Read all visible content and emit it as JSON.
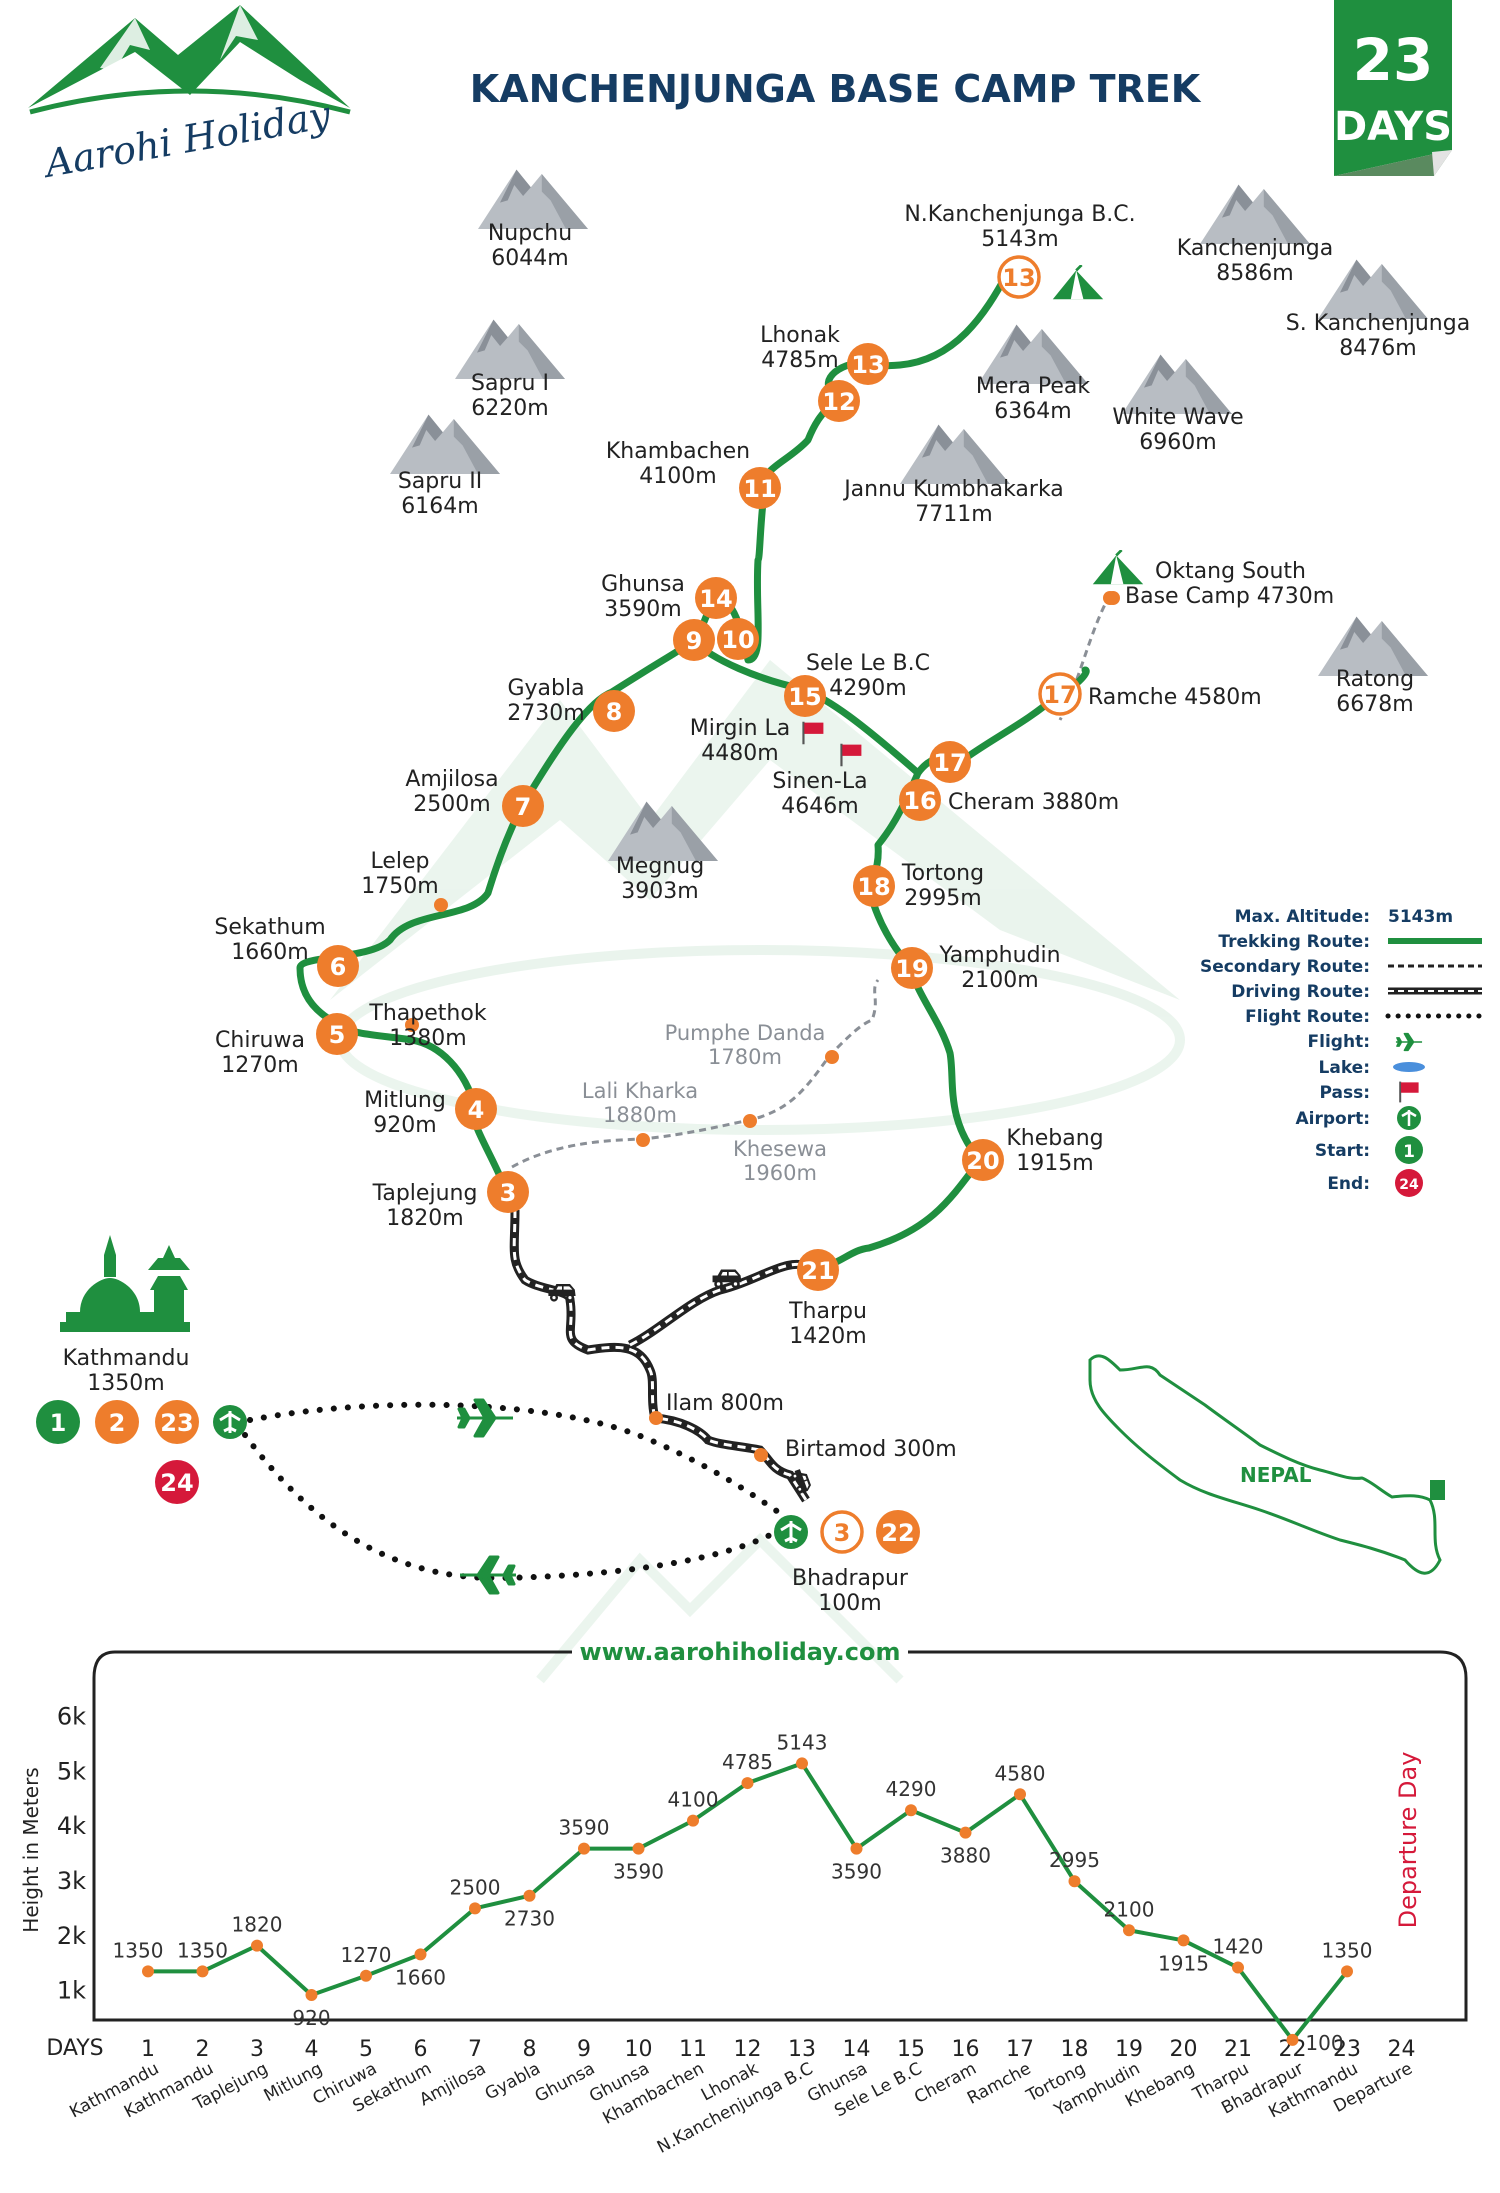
{
  "title": "KANCHENJUNGA BASE CAMP TREK",
  "badge": {
    "number": "23",
    "unit": "DAYS"
  },
  "brand": {
    "name": "Aarohi Holiday",
    "website": "www.aarohiholiday.com"
  },
  "colors": {
    "green": "#1f8f3f",
    "orange": "#ee7d2c",
    "navy": "#153c63",
    "red": "#d5193a",
    "grey": "#8a8f96"
  },
  "peaks": [
    {
      "name": "Nupchu",
      "alt": "6044m"
    },
    {
      "name": "Sapru I",
      "alt": "6220m"
    },
    {
      "name": "Sapru II",
      "alt": "6164m"
    },
    {
      "name": "Kanchenjunga",
      "alt": "8586m"
    },
    {
      "name": "S. Kanchenjunga",
      "alt": "8476m"
    },
    {
      "name": "Mera Peak",
      "alt": "6364m"
    },
    {
      "name": "White Wave",
      "alt": "6960m"
    },
    {
      "name": "Jannu Kumbhakarka",
      "alt": "7711m"
    },
    {
      "name": "Ratong",
      "alt": "6678m"
    },
    {
      "name": "Megnug",
      "alt": "3903m"
    }
  ],
  "places": [
    {
      "name": "N.Kanchenjunga B.C.",
      "alt": "5143m"
    },
    {
      "name": "Lhonak",
      "alt": "4785m"
    },
    {
      "name": "Khambachen",
      "alt": "4100m"
    },
    {
      "name": "Ghunsa",
      "alt": "3590m"
    },
    {
      "name": "Sele Le B.C",
      "alt": "4290m"
    },
    {
      "name": "Gyabla",
      "alt": "2730m"
    },
    {
      "name": "Mirgin La",
      "alt": "4480m"
    },
    {
      "name": "Sinen-La",
      "alt": "4646m"
    },
    {
      "name": "Amjilosa",
      "alt": "2500m"
    },
    {
      "name": "Lelep",
      "alt": "1750m"
    },
    {
      "name": "Sekathum",
      "alt": "1660m"
    },
    {
      "name": "Thapethok",
      "alt": "1380m"
    },
    {
      "name": "Chiruwa",
      "alt": "1270m"
    },
    {
      "name": "Mitlung",
      "alt": "920m"
    },
    {
      "name": "Taplejung",
      "alt": "1820m"
    },
    {
      "name": "Tortong",
      "alt": "2995m"
    },
    {
      "name": "Yamphudin",
      "alt": "2100m"
    },
    {
      "name": "Khebang",
      "alt": "1915m"
    },
    {
      "name": "Tharpu",
      "alt": "1420m"
    },
    {
      "name": "Kathmandu",
      "alt": "1350m"
    },
    {
      "name": "Bhadrapur",
      "alt": "100m"
    }
  ],
  "inline_places": {
    "oktang_line1": "Oktang South",
    "oktang_line2": "Base Camp 4730m",
    "ramche": "Ramche 4580m",
    "cheram": "Cheram 3880m",
    "ilam": "Ilam 800m",
    "birtamod": "Birtamod 300m"
  },
  "secondary_places": [
    {
      "name": "Pumphe Danda",
      "alt": "1780m"
    },
    {
      "name": "Lali Kharka",
      "alt": "1880m"
    },
    {
      "name": "Khesewa",
      "alt": "1960m"
    }
  ],
  "nepal_label": "NEPAL",
  "legend": {
    "max_alt_label": "Max. Altitude:",
    "max_alt_value": "5143m",
    "items": [
      "Trekking Route:",
      "Secondary Route:",
      "Driving Route:",
      "Flight Route:",
      "Flight:",
      "Lake:",
      "Pass:",
      "Airport:",
      "Start:",
      "End:"
    ],
    "start_num": "1",
    "end_num": "24"
  },
  "day_markers": {
    "d13a": "13",
    "d13b": "13",
    "d12": "12",
    "d11": "11",
    "d14": "14",
    "d10": "10",
    "d9": "9",
    "d15": "15",
    "d8": "8",
    "d17a": "17",
    "d17b": "17",
    "d16": "16",
    "d7": "7",
    "d18": "18",
    "d19": "19",
    "d6": "6",
    "d5": "5",
    "d4": "4",
    "d20": "20",
    "d3": "3",
    "d21": "21",
    "d1": "1",
    "d2": "2",
    "d23": "23",
    "d24": "24",
    "d3b": "3",
    "d22": "22"
  },
  "chart_data": {
    "type": "line",
    "ylabel": "Height in Meters",
    "xlabel": "DAYS",
    "y_ticks": [
      "1k",
      "2k",
      "3k",
      "4k",
      "5k",
      "6k"
    ],
    "ylim": [
      500,
      6300
    ],
    "days": [
      1,
      2,
      3,
      4,
      5,
      6,
      7,
      8,
      9,
      10,
      11,
      12,
      13,
      14,
      15,
      16,
      17,
      18,
      19,
      20,
      21,
      22,
      23,
      24
    ],
    "categories": [
      "Kathmandu",
      "Kathmandu",
      "Taplejung",
      "Mitlung",
      "Chiruwa",
      "Sekathum",
      "Amjilosa",
      "Gyabla",
      "Ghunsa",
      "Ghunsa",
      "Khambachen",
      "Lhonak",
      "N.Kanchenjunga B.C",
      "Ghunsa",
      "Sele Le B.C",
      "Cheram",
      "Ramche",
      "Tortong",
      "Yamphudin",
      "Khebang",
      "Tharpu",
      "Bhadrapur",
      "Kathmandu",
      "Departure"
    ],
    "values": [
      1350,
      1350,
      1820,
      920,
      1270,
      1660,
      2500,
      2730,
      3590,
      3590,
      4100,
      4785,
      5143,
      3590,
      4290,
      3880,
      4580,
      2995,
      2100,
      1915,
      1420,
      100,
      1350
    ],
    "annotation": "Departure Day"
  }
}
